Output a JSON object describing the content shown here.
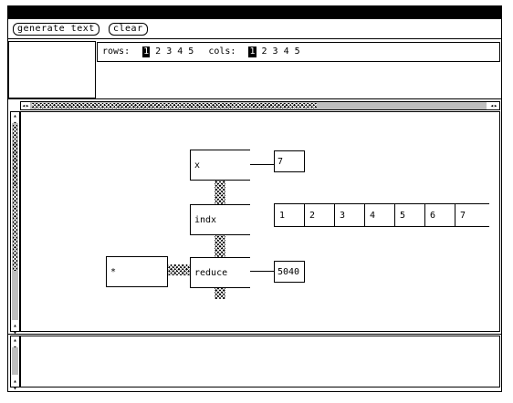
{
  "toolbar": {
    "generate_label": "generate text",
    "clear_label": "clear"
  },
  "controls": {
    "rows_label": "rows:",
    "cols_label": "cols:",
    "rows_options": [
      "1",
      "2",
      "3",
      "4",
      "5"
    ],
    "cols_options": [
      "1",
      "2",
      "3",
      "4",
      "5"
    ],
    "rows_selected": "1",
    "cols_selected": "1"
  },
  "diagram": {
    "nodes": {
      "x": "x",
      "indx": "indx",
      "reduce": "reduce",
      "star": "*"
    },
    "values": {
      "x_value": "7",
      "reduce_value": "5040"
    },
    "array_values": [
      "1",
      "2",
      "3",
      "4",
      "5",
      "6",
      "7"
    ]
  },
  "colors": {
    "foreground": "#000000",
    "background": "#ffffff"
  }
}
